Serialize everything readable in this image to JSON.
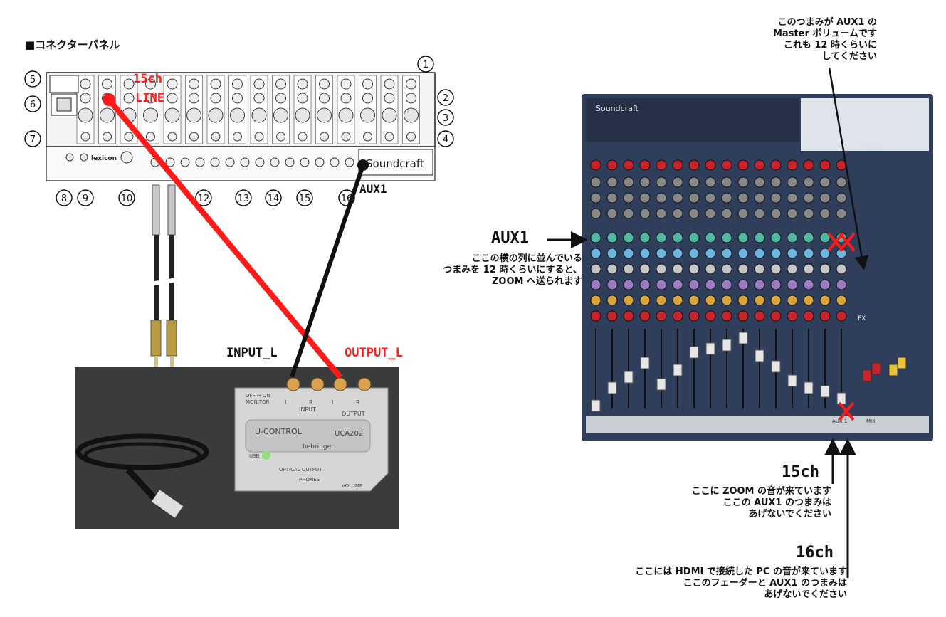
{
  "panel": {
    "title": "■コネクターパネル",
    "brand": "Soundcraft",
    "brand_small": "lexicon",
    "numbers": [
      "1",
      "2",
      "3",
      "4",
      "5",
      "6",
      "7",
      "8",
      "9",
      "10",
      "12",
      "13",
      "14",
      "15",
      "16"
    ]
  },
  "labels": {
    "ch15_line": "15ch",
    "line": "LINE",
    "aux1_top": "AUX1",
    "input_l": "INPUT_L",
    "output_l": "OUTPUT_L"
  },
  "interface": {
    "brand": "behringer",
    "model": "UCA202",
    "name": "U-CONTROL",
    "input": "INPUT",
    "output": "OUTPUT",
    "l": "L",
    "r": "R",
    "off_on": "OFF ⇔ ON",
    "monitor": "MONITOR",
    "optical": "OPTICAL\nOUTPUT",
    "phones": "PHONES",
    "volume": "VOLUME",
    "usb": "USB"
  },
  "mixer": {
    "brand": "Soundcraft",
    "fx": "FX",
    "lexicon": "lexicon",
    "master_label": "MIX",
    "aux_label": "AUX 1"
  },
  "annotations": {
    "aux1": "AUX1",
    "aux1_note_1": "ここの横の列に並んでいる",
    "aux1_note_2": "つまみを 12 時くらいにすると、",
    "aux1_note_3": "ZOOM へ送られます",
    "master_1": "このつまみが AUX1 の",
    "master_2": "Master ボリュームです",
    "master_3": "これも 12 時くらいに",
    "master_4": "してください",
    "ch15": "15ch",
    "ch15_1": "ここに ZOOM の音が来ています",
    "ch15_2": "ここの AUX1 のつまみは",
    "ch15_3": "あげないでください",
    "ch16": "16ch",
    "ch16_1": "ここには HDMI で接続した PC の音が来ています",
    "ch16_2": "ここのフェーダーと AUX1 のつまみは",
    "ch16_3": "あげないでください"
  },
  "colors": {
    "red_cable": "#ff1a1a",
    "black_cable": "#111111",
    "mixer_body": "#2f3e5a",
    "interface_bg": "#3a3b3d"
  }
}
